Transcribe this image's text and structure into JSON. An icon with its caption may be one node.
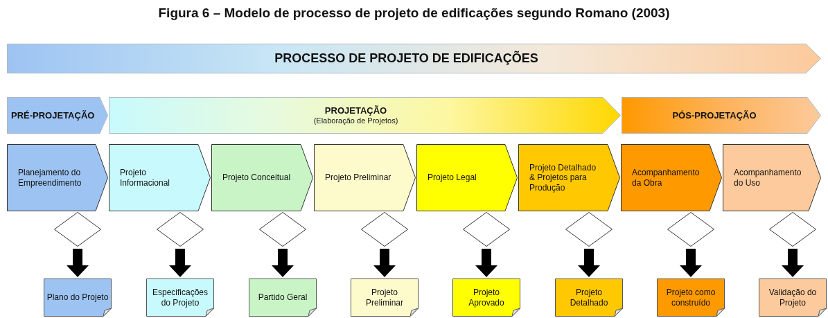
{
  "diagram": {
    "title": "Figura 6 – Modelo de processo de projeto de edificações segundo Romano (2003)",
    "nodes": [
      {
        "text": [
          "PROCESSO DE PROJETO DE EDIFICAÇÕES"
        ]
      },
      {
        "text": [
          "PRÉ-PROJETAÇÃO"
        ]
      },
      {
        "text": [
          "PROJETAÇÃO",
          "(Elaboração de Projetos)"
        ]
      },
      {
        "text": [
          "PÓS-PROJETAÇÃO"
        ]
      },
      {
        "text": [
          "Planejamento do Empreendimento"
        ]
      },
      {
        "text": [
          "Projeto Informacional"
        ]
      },
      {
        "text": [
          "Projeto Conceitual"
        ]
      },
      {
        "text": [
          "Projeto Preliminar"
        ]
      },
      {
        "text": [
          "Projeto Legal"
        ]
      },
      {
        "text": [
          "Projeto Detalhado & Projetos para Produção"
        ]
      },
      {
        "text": [
          "Acompanhamento da Obra"
        ]
      },
      {
        "text": [
          "Acompanhamento do Uso"
        ]
      },
      {
        "text": [],
        "shape": "diamond"
      },
      {
        "text": [],
        "shape": "diamond"
      },
      {
        "text": [],
        "shape": "diamond"
      },
      {
        "text": [],
        "shape": "diamond"
      },
      {
        "text": [],
        "shape": "diamond"
      },
      {
        "text": [],
        "shape": "diamond"
      },
      {
        "text": [],
        "shape": "diamond"
      },
      {
        "text": [],
        "shape": "diamond"
      },
      {
        "text": [
          "Plano do Projeto"
        ]
      },
      {
        "text": [
          "Especificações do Projeto"
        ]
      },
      {
        "text": [
          "Partido Geral"
        ]
      },
      {
        "text": [
          "Projeto Preliminar"
        ]
      },
      {
        "text": [
          "Projeto Aprovado"
        ]
      },
      {
        "text": [
          "Projeto Detalhado"
        ]
      },
      {
        "text": [
          "Projeto como construído"
        ]
      },
      {
        "text": [
          "Validação do Projeto"
        ]
      }
    ],
    "edges": [
      {
        "from": 12,
        "to": 20,
        "arrow": "to"
      },
      {
        "from": 13,
        "to": 21,
        "arrow": "to"
      },
      {
        "from": 14,
        "to": 22,
        "arrow": "to"
      },
      {
        "from": 15,
        "to": 23,
        "arrow": "to"
      },
      {
        "from": 16,
        "to": 24,
        "arrow": "to"
      },
      {
        "from": 17,
        "to": 25,
        "arrow": "to"
      },
      {
        "from": 18,
        "to": 26,
        "arrow": "to"
      },
      {
        "from": 19,
        "to": 27,
        "arrow": "to"
      }
    ]
  }
}
